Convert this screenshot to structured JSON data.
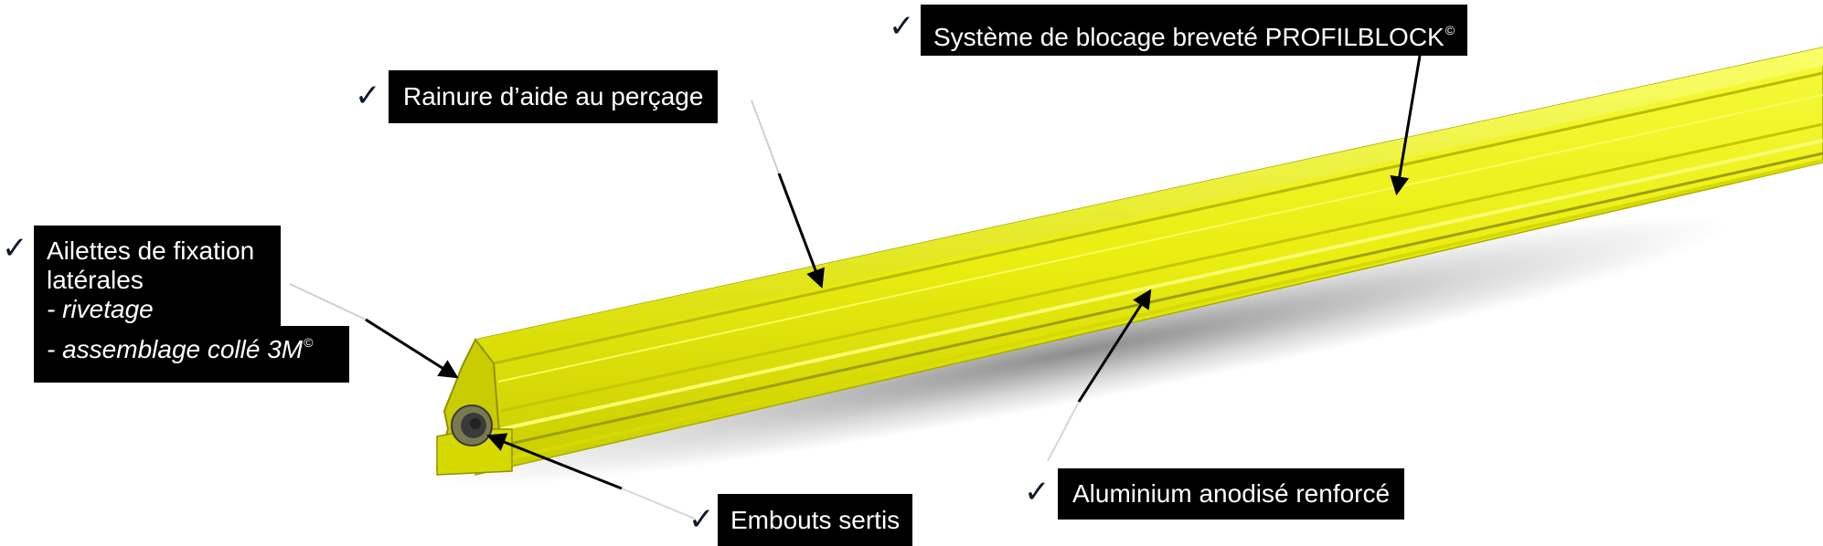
{
  "callouts": {
    "blocage": {
      "text": "Système de blocage breveté PROFILBLOCK",
      "sup": "©"
    },
    "rainure": {
      "text": "Rainure d’aide au perçage"
    },
    "ailettes": {
      "line1": "Ailettes de fixation",
      "line2": "latérales",
      "line3": "- rivetage",
      "line4": "- assemblage collé 3M",
      "sup": "©"
    },
    "embouts": {
      "text": "Embouts sertis"
    },
    "aluminium": {
      "text": "Aluminium anodisé renforcé"
    }
  },
  "check_symbol": "✓",
  "colors": {
    "profile_yellow": "#e6e600",
    "profile_shadow": "#b3b300",
    "profile_highlight": "#fbff7a",
    "label_bg": "#000000",
    "label_text": "#ffffff",
    "check_color": "#111a2b",
    "end_cap": "#3a3a3a"
  }
}
